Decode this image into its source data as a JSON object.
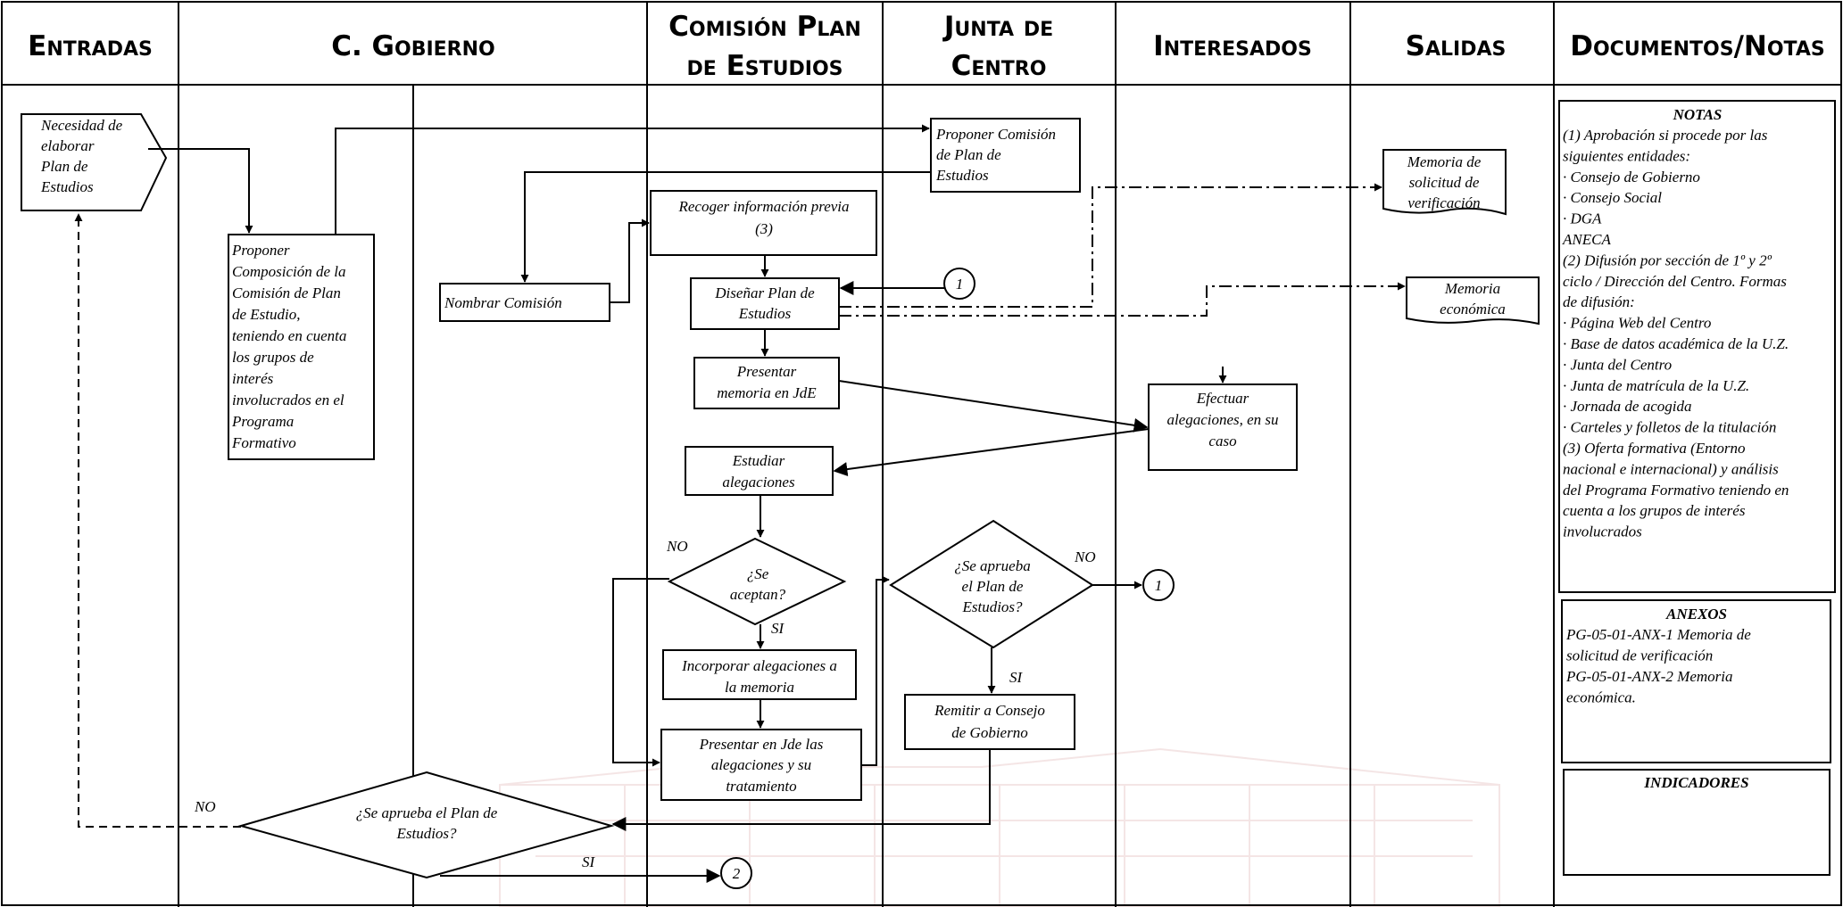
{
  "columns": [
    "Entradas",
    "C. Gobierno",
    [
      "Comisión Plan",
      "de Estudios"
    ],
    [
      "Junta de",
      "Centro"
    ],
    "Interesados",
    "Salidas",
    "Documentos/Notas"
  ],
  "shapes": {
    "input_need": [
      "Necesidad de",
      "elaborar",
      "Plan de",
      "Estudios"
    ],
    "propose_composition": [
      "Proponer",
      "Composición de la",
      "Comisión de Plan",
      "de Estudio,",
      "teniendo en cuenta",
      "los grupos de",
      "interés",
      "involucrados en el",
      "Programa",
      "Formativo"
    ],
    "propose_commission": [
      "Proponer Comisión",
      "de Plan de",
      "Estudios"
    ],
    "name_commission": [
      "Nombrar Comisión"
    ],
    "gather_info": [
      "Recoger información previa",
      "(3)"
    ],
    "design_plan": [
      "Diseñar Plan de",
      "Estudios"
    ],
    "present_memory": [
      "Presentar",
      "memoria en JdE"
    ],
    "make_allegations": [
      "Efectuar",
      "alegaciones, en su",
      "caso"
    ],
    "study_allegations": [
      "Estudiar",
      "alegaciones"
    ],
    "accept_decision": [
      "¿Se",
      "aceptan?"
    ],
    "incorporate": [
      "Incorporar alegaciones a",
      "la memoria"
    ],
    "present_jde": [
      "Presentar en Jde las",
      "alegaciones y su",
      "tratamiento"
    ],
    "approve_jc": [
      "¿Se aprueba",
      "el Plan de",
      "Estudios?"
    ],
    "send_cg": [
      "Remitir a Consejo",
      "de Gobierno"
    ],
    "approve_cg": [
      "¿Se aprueba  el Plan de",
      "Estudios?"
    ],
    "out_verification": [
      "Memoria de",
      "solicitud de",
      "verificación"
    ],
    "out_economic": [
      "Memoria",
      "económica"
    ]
  },
  "connectors": {
    "c1a": "1",
    "c1b": "1",
    "c2": "2"
  },
  "edge_labels": {
    "no_accept": "NO",
    "si_accept": "SI",
    "no_jc": "NO",
    "si_jc": "SI",
    "no_cg": "NO",
    "si_cg": "SI"
  },
  "notes": {
    "title": "NOTAS",
    "lines": [
      "(1) Aprobación si procede por las",
      "siguientes entidades:",
      "· Consejo de Gobierno",
      "· Consejo Social",
      "· DGA",
      "  ANECA",
      "(2) Difusión por sección de 1º y 2º",
      "ciclo / Dirección del Centro. Formas",
      "de difusión:",
      "· Página Web del Centro",
      "· Base de datos académica de la U.Z.",
      "· Junta del Centro",
      "· Junta de matrícula de la U.Z.",
      "· Jornada de acogida",
      "· Carteles y folletos de la titulación",
      "(3) Oferta formativa (Entorno",
      "nacional e internacional) y análisis",
      "del Programa Formativo teniendo en",
      "cuenta a los grupos de interés",
      "involucrados"
    ]
  },
  "annexes": {
    "title": "ANEXOS",
    "lines": [
      "PG-05-01-ANX-1 Memoria de",
      "solicitud de verificación",
      "PG-05-01-ANX-2 Memoria",
      "económica."
    ]
  },
  "indicators": {
    "title": "INDICADORES"
  }
}
